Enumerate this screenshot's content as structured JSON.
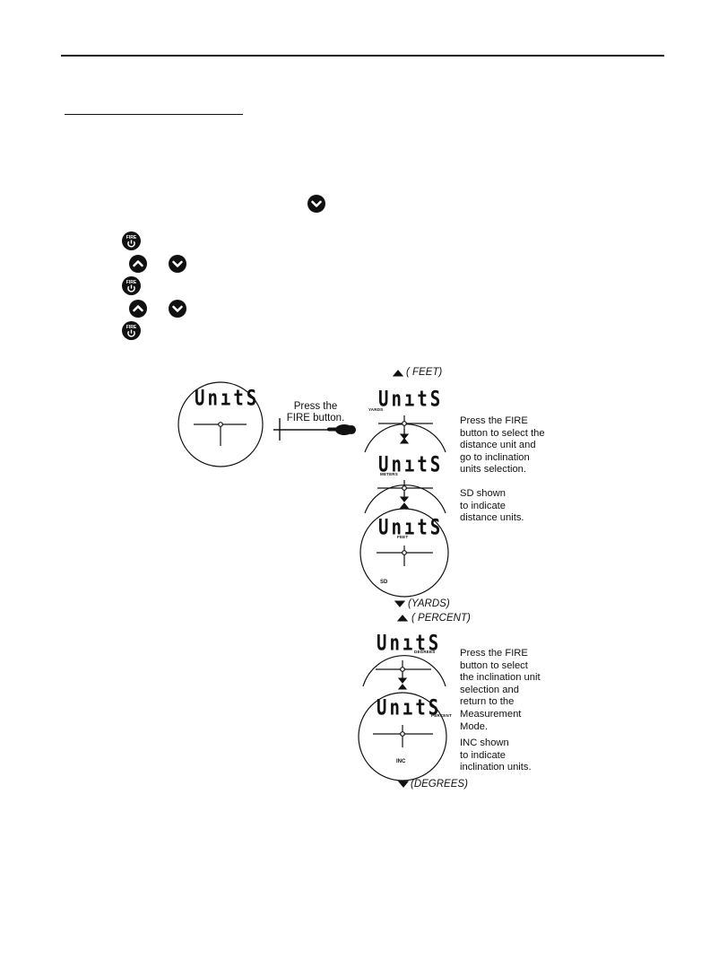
{
  "diagram": {
    "press_label_line1": "Press the",
    "press_label_line2": "FIRE button.",
    "display_word": "UnıtS",
    "distance": {
      "top_caption": "( FEET)",
      "bottom_caption": "(YARDS)",
      "unit_labels": [
        "YARDS",
        "METERS",
        "FEET"
      ],
      "mode_indicator": "SD",
      "note_select": [
        "Press the FIRE",
        "button to select the",
        "distance unit and",
        "go to inclination",
        "units selection."
      ],
      "note_indicator": [
        "SD shown",
        "to indicate",
        "distance units."
      ]
    },
    "inclination": {
      "top_caption": "( PERCENT)",
      "bottom_caption": "(DEGREES)",
      "unit_labels": [
        "DEGREES",
        "PERCENT"
      ],
      "mode_indicator": "INC",
      "note_select": [
        "Press the FIRE",
        "button to select",
        "the inclination unit",
        "selection and",
        "return to the",
        "Measurement",
        "Mode."
      ],
      "note_indicator": [
        "INC shown",
        "to indicate",
        "inclination units."
      ]
    }
  },
  "icons": {
    "fire": "fire-power-button-icon",
    "up": "up-arrow-button-icon",
    "down": "down-arrow-button-icon",
    "pointer": "pointing-hand-icon"
  }
}
